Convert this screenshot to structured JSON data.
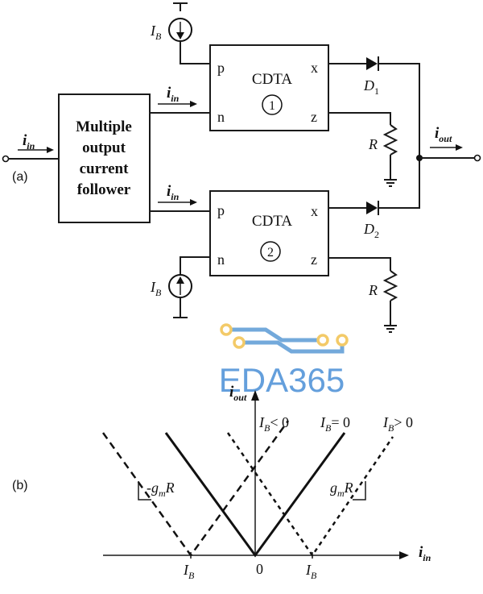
{
  "panel_a": {
    "label": "(a)",
    "input_current": "i",
    "input_sub": "in",
    "follower_line1": "Multiple",
    "follower_line2": "output",
    "follower_line3": "current",
    "follower_line4": "follower",
    "cdta_title": "CDTA",
    "cdta1_number": "1",
    "cdta2_number": "2",
    "terminal_p": "p",
    "terminal_n": "n",
    "terminal_x": "x",
    "terminal_z": "z",
    "bias_main": "I",
    "bias_sub": "B",
    "diode1_main": "D",
    "diode1_sub": "1",
    "diode2_main": "D",
    "diode2_sub": "2",
    "resistor": "R",
    "output_main": "i",
    "output_sub": "out"
  },
  "panel_b": {
    "label": "(b)",
    "y_axis_main": "i",
    "y_axis_sub": "out",
    "x_axis_main": "i",
    "x_axis_sub": "in",
    "origin": "0",
    "curve_neg_main": "I",
    "curve_neg_sub": "B",
    "curve_neg_rel": "< 0",
    "curve_zero_main": "I",
    "curve_zero_sub": "B",
    "curve_zero_rel": "= 0",
    "curve_pos_main": "I",
    "curve_pos_sub": "B",
    "curve_pos_rel": "> 0",
    "slope_neg_prefix": "-g",
    "slope_neg_sub": "m",
    "slope_neg_suffix": "R",
    "slope_pos_prefix": "g",
    "slope_pos_sub": "m",
    "slope_pos_suffix": "R",
    "tick_left_main": "I",
    "tick_left_sub": "B",
    "tick_right_main": "I",
    "tick_right_sub": "B"
  },
  "watermark": {
    "text": "EDA365",
    "color": "#4a8fd6",
    "trace_color": "#5b9bd5",
    "pad_color": "#f2c14e"
  }
}
